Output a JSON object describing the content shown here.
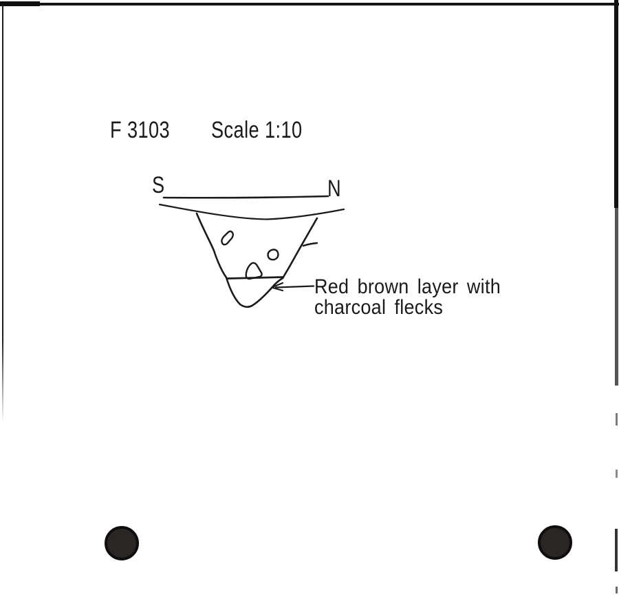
{
  "document": {
    "kind": "scanned section drawing",
    "colors": {
      "paper": "#ffffff",
      "ink": "#1a1a1a",
      "punch_hole_fill": "#2b2626",
      "punch_hole_rim": "#100d0d",
      "scan_edge": "#141414"
    }
  },
  "header": {
    "feature_label": "F 3103",
    "scale_label": "Scale 1:10"
  },
  "section": {
    "left_end_label": "S",
    "right_end_label": "N",
    "annotation": {
      "line1": "Red brown layer with",
      "line2": "charcoal flecks"
    }
  }
}
